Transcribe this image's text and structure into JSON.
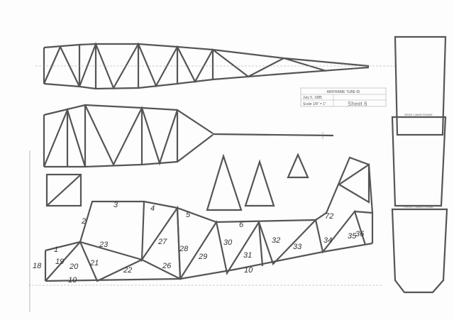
{
  "title_block": {
    "title": "AIRFRAME TUBE ID",
    "date": "July 5, 1985",
    "scale": "Scale 1/8\" = 1\"",
    "sheet": "Sheet 6"
  },
  "views": {
    "front_bulkhead_label": "FRONT CABIN FRAME",
    "rear_bulkhead_label": "REAR CABIN FRAME"
  },
  "tube_numbers": [
    "1",
    "2",
    "3",
    "4",
    "5",
    "6",
    "10",
    "18",
    "19",
    "20",
    "21",
    "22",
    "23",
    "26",
    "27",
    "28",
    "29",
    "30",
    "31",
    "32",
    "33",
    "34",
    "35",
    "36",
    "72"
  ]
}
